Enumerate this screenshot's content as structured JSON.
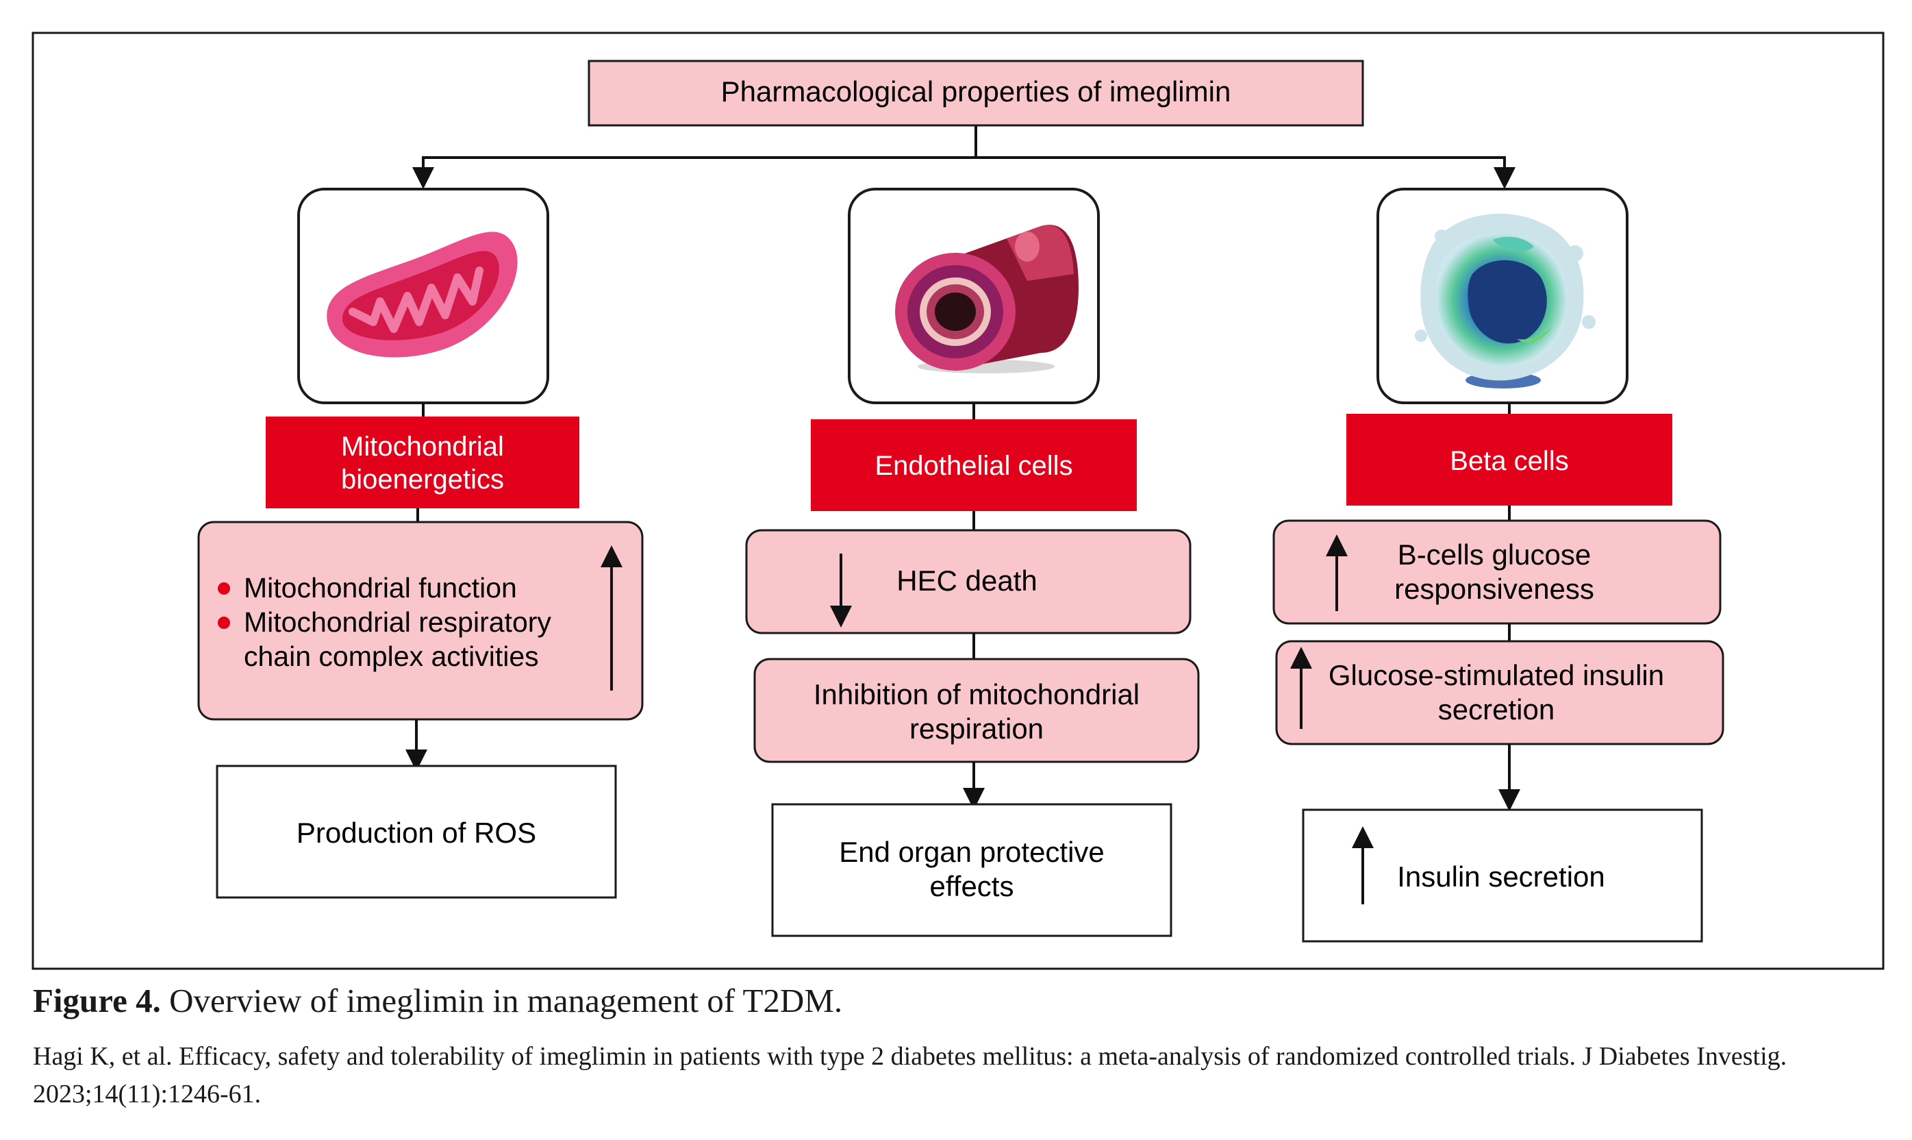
{
  "diagram": {
    "top_title": "Pharmacological properties of imeglimin",
    "columns": [
      {
        "id": "mito",
        "header_lines": [
          "Mitochondrial",
          "bioenergetics"
        ],
        "icon": "mitochondrion-icon",
        "effect_bullets": [
          [
            "Mitochondrial function"
          ],
          [
            "Mitochondrial respiratory",
            "chain complex activities"
          ]
        ],
        "effect_direction": "up",
        "outcome_lines": [
          "Production of ROS"
        ]
      },
      {
        "id": "endo",
        "header_lines": [
          "Endothelial cells"
        ],
        "icon": "blood-vessel-icon",
        "effect1_lines": [
          "HEC death"
        ],
        "effect1_direction": "down",
        "effect2_lines": [
          "Inhibition of mitochondrial",
          "respiration"
        ],
        "outcome_lines": [
          "End organ protective",
          "effects"
        ]
      },
      {
        "id": "beta",
        "header_lines": [
          "Beta cells"
        ],
        "icon": "beta-cell-icon",
        "effect1_lines": [
          "B-cells glucose",
          "responsiveness"
        ],
        "effect1_direction": "up",
        "effect2_lines": [
          "Glucose-stimulated insulin",
          "secretion"
        ],
        "effect2_direction": "up",
        "outcome_lines": [
          "Insulin secretion"
        ],
        "outcome_direction": "up"
      }
    ],
    "colors": {
      "header_red": "#e2001a",
      "pink_fill": "#f9c6cb",
      "border": "#1a1a1a",
      "bullet_red": "#e2001a"
    }
  },
  "caption": {
    "label": "Figure 4.",
    "text": " Overview of imeglimin in management of T2DM.",
    "reference": "Hagi K, et al. Efficacy, safety and tolerability of imeglimin in patients with type 2 diabetes mellitus: a meta-analysis of randomized controlled trials. J Diabetes Investig. 2023;14(11):1246-61."
  }
}
